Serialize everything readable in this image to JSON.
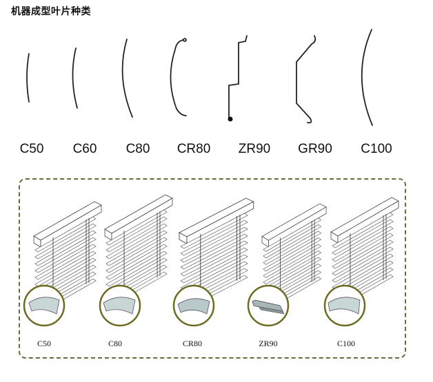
{
  "page": {
    "title": "机器成型叶片种类"
  },
  "profiles": [
    {
      "id": "c50",
      "label": "C50"
    },
    {
      "id": "c60",
      "label": "C60"
    },
    {
      "id": "c80",
      "label": "C80"
    },
    {
      "id": "cr80",
      "label": "CR80"
    },
    {
      "id": "zr90",
      "label": "ZR90"
    },
    {
      "id": "gr90",
      "label": "GR90"
    },
    {
      "id": "c100",
      "label": "C100"
    }
  ],
  "blinds": [
    {
      "id": "c50",
      "label": "C50"
    },
    {
      "id": "c80",
      "label": "C80"
    },
    {
      "id": "cr80",
      "label": "CR80"
    },
    {
      "id": "zr90",
      "label": "ZR90"
    },
    {
      "id": "c100",
      "label": "C100"
    }
  ],
  "colors": {
    "stroke": "#222222",
    "panel_border": "#6b6b3a",
    "badge_ring": "#6b6b22",
    "slat_fill": "#c9d6d6"
  }
}
